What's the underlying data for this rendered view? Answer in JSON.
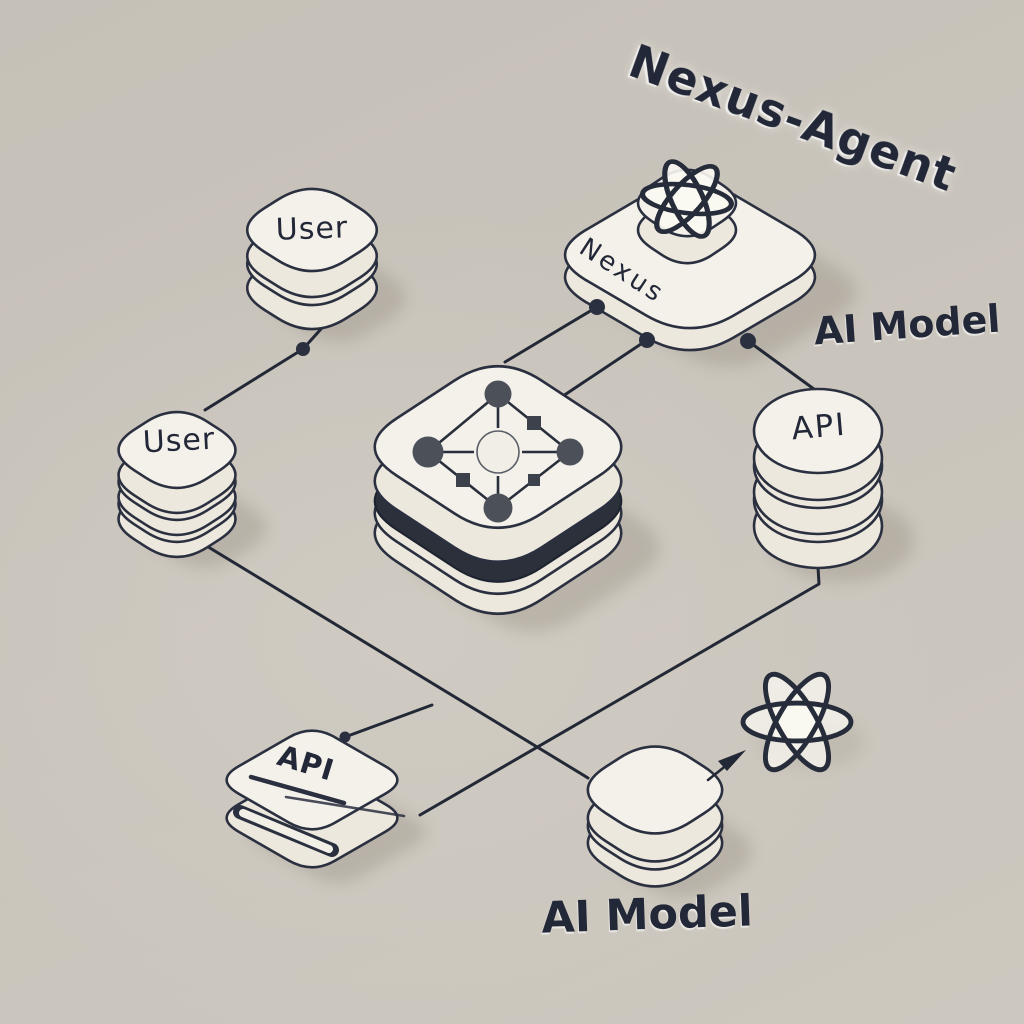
{
  "title": "Nexus-Agent",
  "colors": {
    "background": "#c9c4bb",
    "surface_top": "#f4f1ea",
    "surface_side": "#ece8dd",
    "outline": "#2b3040",
    "dark_layer": "#2b303b",
    "connector": "#232836",
    "ink": "#232838"
  },
  "diagram": {
    "floating_texts": [
      {
        "id": "nexus-agent-title",
        "text": "Nexus-Agent"
      },
      {
        "id": "ai-model-right",
        "text": "AI Model"
      },
      {
        "id": "ai-model-bottom",
        "text": "AI Model"
      }
    ],
    "nodes": [
      {
        "id": "user-top",
        "label": "User",
        "shape": "squircle-stack"
      },
      {
        "id": "user-left",
        "label": "User",
        "shape": "squircle-stack"
      },
      {
        "id": "nexus-platform",
        "label": "Nexus",
        "shape": "platform",
        "icon": "atom-icon"
      },
      {
        "id": "hub",
        "label": "",
        "shape": "layered-rounded-square",
        "icon": "network-graph-icon"
      },
      {
        "id": "api-database",
        "label": "API",
        "shape": "cylinder-stack"
      },
      {
        "id": "api-box",
        "label": "API",
        "shape": "flat-box",
        "icon": "slot"
      },
      {
        "id": "ai-model-node",
        "label": "",
        "shape": "squircle-stack"
      },
      {
        "id": "atom-floating",
        "label": "",
        "shape": "icon",
        "icon": "atom-icon"
      }
    ],
    "edges": [
      {
        "from": "user-top",
        "to": "user-left",
        "junction_dot": true
      },
      {
        "from": "nexus-platform",
        "to": "hub",
        "port_dot": true
      },
      {
        "from": "nexus-platform",
        "to": "hub",
        "port_dot": true
      },
      {
        "from": "nexus-platform",
        "to": "api-database",
        "port_dot": true
      },
      {
        "from": "api-database",
        "to": "api-box"
      },
      {
        "from": "user-left",
        "to": "ai-model-node"
      },
      {
        "from": "user-left",
        "to": "api-box",
        "junction_dot": true
      },
      {
        "from": "ai-model-node",
        "to": "atom-floating",
        "arrow": true
      }
    ],
    "icons": [
      "atom-icon",
      "network-graph-icon"
    ]
  }
}
